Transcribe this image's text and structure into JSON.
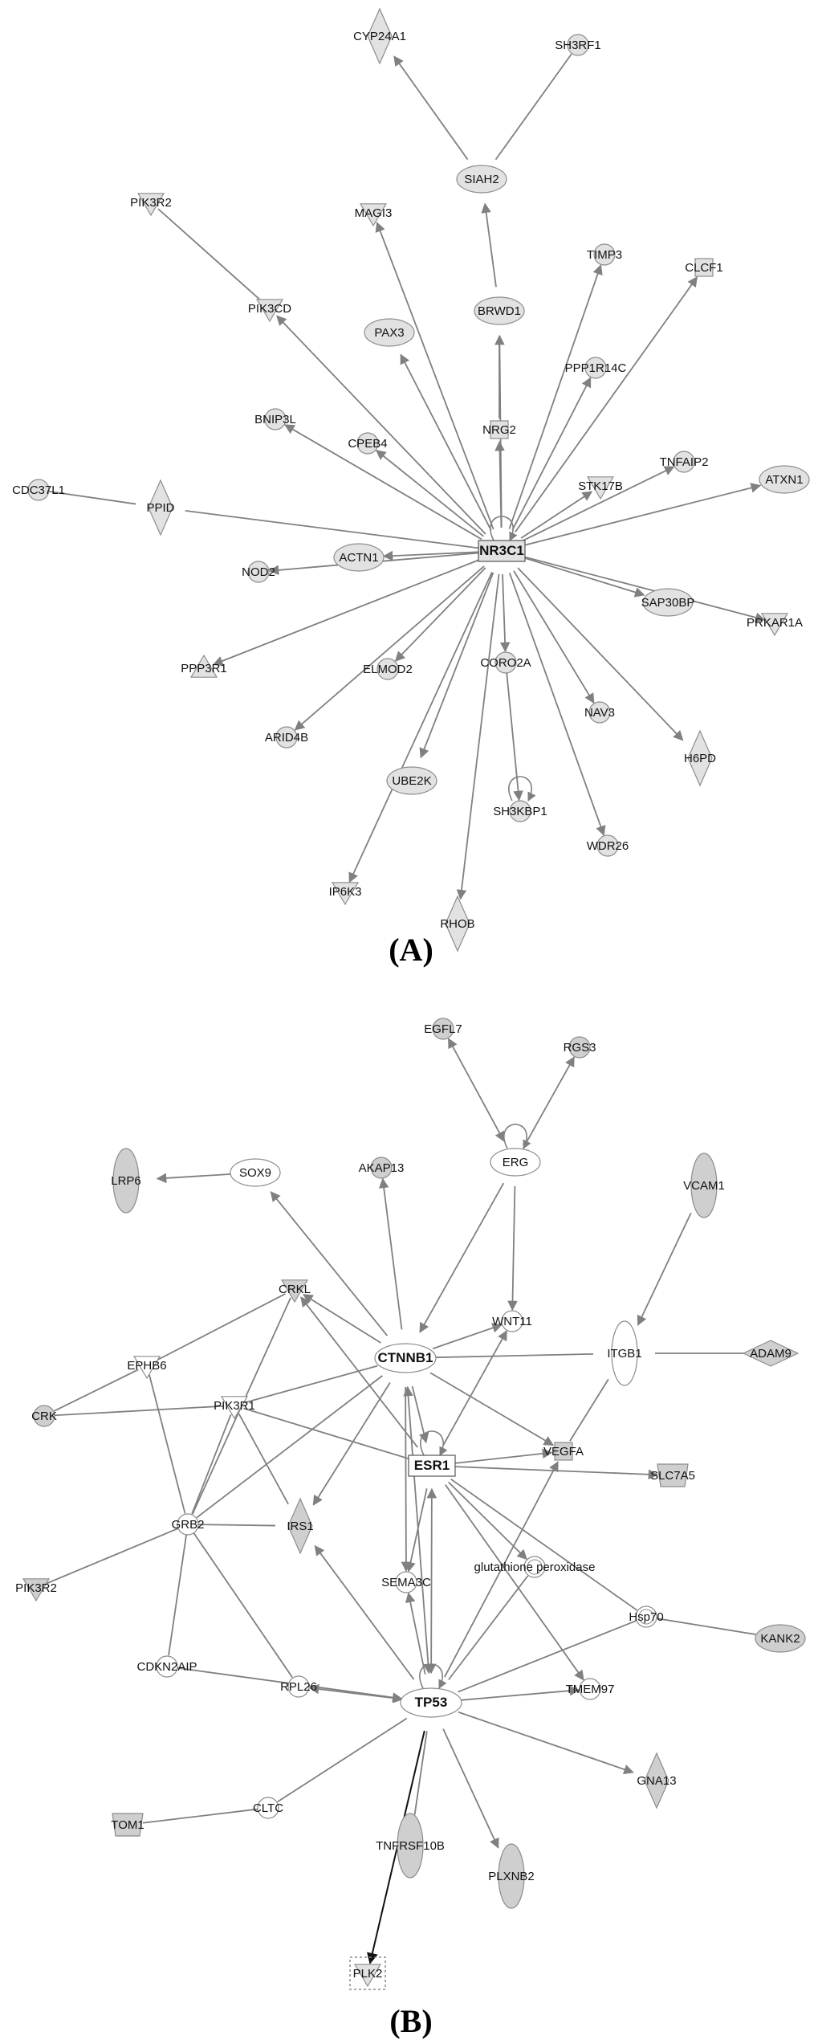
{
  "colors": {
    "edge": "#808080",
    "edge_dark": "#111111",
    "node_fill": "#e2e2e2",
    "node_fill_dark": "#cfcfcf",
    "node_fill_white": "#ffffff",
    "node_stroke": "#8c8c8c"
  },
  "panels": [
    {
      "label": "(A)",
      "nodes": [
        {
          "id": "NR3C1",
          "label": "NR3C1",
          "shape": "rect",
          "hub": true
        },
        {
          "id": "CYP24A1",
          "label": "CYP24A1",
          "shape": "diamond"
        },
        {
          "id": "SH3RF1",
          "label": "SH3RF1",
          "shape": "circle"
        },
        {
          "id": "SIAH2",
          "label": "SIAH2",
          "shape": "ellipse"
        },
        {
          "id": "PIK3R2a",
          "label": "PIK3R2",
          "shape": "triangle-down"
        },
        {
          "id": "MAGI3",
          "label": "MAGI3",
          "shape": "triangle-down"
        },
        {
          "id": "TIMP3",
          "label": "TIMP3",
          "shape": "circle"
        },
        {
          "id": "PIK3CD",
          "label": "PIK3CD",
          "shape": "triangle-down"
        },
        {
          "id": "PAX3",
          "label": "PAX3",
          "shape": "ellipse"
        },
        {
          "id": "BRWD1",
          "label": "BRWD1",
          "shape": "ellipse"
        },
        {
          "id": "CLCF1",
          "label": "CLCF1",
          "shape": "square"
        },
        {
          "id": "PPP1R14C",
          "label": "PPP1R14C",
          "shape": "circle"
        },
        {
          "id": "BNIP3L",
          "label": "BNIP3L",
          "shape": "circle"
        },
        {
          "id": "CPEB4",
          "label": "CPEB4",
          "shape": "circle"
        },
        {
          "id": "NRG2",
          "label": "NRG2",
          "shape": "square"
        },
        {
          "id": "TNFAIP2",
          "label": "TNFAIP2",
          "shape": "circle"
        },
        {
          "id": "ATXN1",
          "label": "ATXN1",
          "shape": "ellipse"
        },
        {
          "id": "CDC37L1",
          "label": "CDC37L1",
          "shape": "circle"
        },
        {
          "id": "PPID",
          "label": "PPID",
          "shape": "diamond"
        },
        {
          "id": "STK17B",
          "label": "STK17B",
          "shape": "triangle-down"
        },
        {
          "id": "NOD2",
          "label": "NOD2",
          "shape": "circle"
        },
        {
          "id": "ACTN1",
          "label": "ACTN1",
          "shape": "ellipse"
        },
        {
          "id": "SAP30BP",
          "label": "SAP30BP",
          "shape": "ellipse"
        },
        {
          "id": "PRKAR1A",
          "label": "PRKAR1A",
          "shape": "triangle-down"
        },
        {
          "id": "PPP3R1",
          "label": "PPP3R1",
          "shape": "triangle-up"
        },
        {
          "id": "ELMOD2",
          "label": "ELMOD2",
          "shape": "circle"
        },
        {
          "id": "CORO2A",
          "label": "CORO2A",
          "shape": "circle"
        },
        {
          "id": "NAV3",
          "label": "NAV3",
          "shape": "circle"
        },
        {
          "id": "H6PD",
          "label": "H6PD",
          "shape": "diamond"
        },
        {
          "id": "ARID4B",
          "label": "ARID4B",
          "shape": "circle"
        },
        {
          "id": "UBE2K",
          "label": "UBE2K",
          "shape": "ellipse"
        },
        {
          "id": "SH3KBP1",
          "label": "SH3KBP1",
          "shape": "circle"
        },
        {
          "id": "WDR26",
          "label": "WDR26",
          "shape": "circle"
        },
        {
          "id": "IP6K3",
          "label": "IP6K3",
          "shape": "triangle-down"
        },
        {
          "id": "RHOB",
          "label": "RHOB",
          "shape": "diamond"
        }
      ],
      "edges": [
        {
          "from": "NR3C1",
          "to": "PIK3CD",
          "arrow": true
        },
        {
          "from": "PIK3R2a",
          "to": "PIK3CD",
          "arrow": false
        },
        {
          "from": "NR3C1",
          "to": "MAGI3",
          "arrow": true
        },
        {
          "from": "NR3C1",
          "to": "PAX3",
          "arrow": true
        },
        {
          "from": "NR3C1",
          "to": "BRWD1",
          "arrow": true
        },
        {
          "from": "NRG2",
          "to": "BRWD1",
          "arrow": false
        },
        {
          "from": "BRWD1",
          "to": "SIAH2",
          "arrow": true
        },
        {
          "from": "SIAH2",
          "to": "CYP24A1",
          "arrow": true
        },
        {
          "from": "SIAH2",
          "to": "SH3RF1",
          "arrow": false
        },
        {
          "from": "NR3C1",
          "to": "TIMP3",
          "arrow": true
        },
        {
          "from": "NR3C1",
          "to": "PPP1R14C",
          "arrow": true
        },
        {
          "from": "NR3C1",
          "to": "CLCF1",
          "arrow": true
        },
        {
          "from": "NR3C1",
          "to": "NRG2",
          "arrow": true
        },
        {
          "from": "NR3C1",
          "to": "BNIP3L",
          "arrow": true
        },
        {
          "from": "NR3C1",
          "to": "CPEB4",
          "arrow": true
        },
        {
          "from": "NR3C1",
          "to": "TNFAIP2",
          "arrow": true
        },
        {
          "from": "NR3C1",
          "to": "ATXN1",
          "arrow": true
        },
        {
          "from": "NR3C1",
          "to": "STK17B",
          "arrow": true
        },
        {
          "from": "NR3C1",
          "to": "PPID",
          "arrow": false
        },
        {
          "from": "CDC37L1",
          "to": "PPID",
          "arrow": false
        },
        {
          "from": "NR3C1",
          "to": "ACTN1",
          "arrow": true
        },
        {
          "from": "NR3C1",
          "to": "NOD2",
          "arrow": true
        },
        {
          "from": "NR3C1",
          "to": "SAP30BP",
          "arrow": true
        },
        {
          "from": "NR3C1",
          "to": "PRKAR1A",
          "arrow": true
        },
        {
          "from": "NR3C1",
          "to": "PPP3R1",
          "arrow": true
        },
        {
          "from": "NR3C1",
          "to": "ELMOD2",
          "arrow": true
        },
        {
          "from": "NR3C1",
          "to": "CORO2A",
          "arrow": true
        },
        {
          "from": "CORO2A",
          "to": "SH3KBP1",
          "arrow": true
        },
        {
          "from": "NR3C1",
          "to": "NAV3",
          "arrow": true
        },
        {
          "from": "NR3C1",
          "to": "H6PD",
          "arrow": true
        },
        {
          "from": "NR3C1",
          "to": "ARID4B",
          "arrow": true
        },
        {
          "from": "NR3C1",
          "to": "UBE2K",
          "arrow": true
        },
        {
          "from": "NR3C1",
          "to": "WDR26",
          "arrow": true
        },
        {
          "from": "NR3C1",
          "to": "IP6K3",
          "arrow": true
        },
        {
          "from": "NR3C1",
          "to": "RHOB",
          "arrow": true
        }
      ],
      "self_loops": [
        "NR3C1",
        "SH3KBP1"
      ]
    },
    {
      "label": "(B)",
      "nodes": [
        {
          "id": "ESR1",
          "label": "ESR1",
          "shape": "rect-white",
          "hub": true
        },
        {
          "id": "TP53",
          "label": "TP53",
          "shape": "ellipse-white",
          "hub": true
        },
        {
          "id": "CTNNB1",
          "label": "CTNNB1",
          "shape": "ellipse-white",
          "hub": true
        },
        {
          "id": "EGFL7",
          "label": "EGFL7",
          "shape": "circle-dark"
        },
        {
          "id": "RGS3",
          "label": "RGS3",
          "shape": "circle-dark"
        },
        {
          "id": "LRP6",
          "label": "LRP6",
          "shape": "ellipse-v-dark"
        },
        {
          "id": "SOX9",
          "label": "SOX9",
          "shape": "ellipse-white"
        },
        {
          "id": "AKAP13",
          "label": "AKAP13",
          "shape": "circle-dark"
        },
        {
          "id": "ERG",
          "label": "ERG",
          "shape": "ellipse-white"
        },
        {
          "id": "VCAM1",
          "label": "VCAM1",
          "shape": "ellipse-v-dark"
        },
        {
          "id": "CRKL",
          "label": "CRKL",
          "shape": "triangle-down-dark"
        },
        {
          "id": "WNT11",
          "label": "WNT11",
          "shape": "circle-white"
        },
        {
          "id": "EPHB6",
          "label": "EPHB6",
          "shape": "triangle-down-white"
        },
        {
          "id": "ITGB1",
          "label": "ITGB1",
          "shape": "ellipse-v-white"
        },
        {
          "id": "ADAM9",
          "label": "ADAM9",
          "shape": "diamond-h-dark"
        },
        {
          "id": "CRK",
          "label": "CRK",
          "shape": "circle-dark"
        },
        {
          "id": "PIK3R1",
          "label": "PIK3R1",
          "shape": "triangle-down-white"
        },
        {
          "id": "VEGFA",
          "label": "VEGFA",
          "shape": "square-dark"
        },
        {
          "id": "SLC7A5",
          "label": "SLC7A5",
          "shape": "trapezoid-dark"
        },
        {
          "id": "GRB2",
          "label": "GRB2",
          "shape": "circle-white"
        },
        {
          "id": "IRS1",
          "label": "IRS1",
          "shape": "diamond-dark"
        },
        {
          "id": "GPX",
          "label": "glutathione peroxidase",
          "shape": "circle-double"
        },
        {
          "id": "PIK3R2b",
          "label": "PIK3R2",
          "shape": "triangle-down-dark"
        },
        {
          "id": "SEMA3C",
          "label": "SEMA3C",
          "shape": "circle-white"
        },
        {
          "id": "Hsp70",
          "label": "Hsp70",
          "shape": "circle-double"
        },
        {
          "id": "KANK2",
          "label": "KANK2",
          "shape": "ellipse-dark"
        },
        {
          "id": "CDKN2AIP",
          "label": "CDKN2AIP",
          "shape": "circle-white"
        },
        {
          "id": "RPL26",
          "label": "RPL26",
          "shape": "circle-white"
        },
        {
          "id": "TMEM97",
          "label": "TMEM97",
          "shape": "circle-white"
        },
        {
          "id": "GNA13",
          "label": "GNA13",
          "shape": "diamond-dark"
        },
        {
          "id": "CLTC",
          "label": "CLTC",
          "shape": "circle-white"
        },
        {
          "id": "TOM1",
          "label": "TOM1",
          "shape": "trapezoid-dark"
        },
        {
          "id": "TNFRSF10B",
          "label": "TNFRSF10B",
          "shape": "ellipse-v-dark"
        },
        {
          "id": "PLXNB2",
          "label": "PLXNB2",
          "shape": "ellipse-v-dark"
        },
        {
          "id": "PLK2",
          "label": "PLK2",
          "shape": "triangle-down-selected"
        }
      ],
      "edges": [
        {
          "from": "ERG",
          "to": "EGFL7",
          "arrow": true,
          "both": true
        },
        {
          "from": "ERG",
          "to": "RGS3",
          "arrow": true
        },
        {
          "from": "ERG",
          "to": "WNT11",
          "arrow": true
        },
        {
          "from": "ERG",
          "to": "CTNNB1",
          "arrow": true
        },
        {
          "from": "SOX9",
          "to": "LRP6",
          "arrow": true
        },
        {
          "from": "CTNNB1",
          "to": "SOX9",
          "arrow": true
        },
        {
          "from": "CTNNB1",
          "to": "AKAP13",
          "arrow": true
        },
        {
          "from": "CTNNB1",
          "to": "WNT11",
          "arrow": true
        },
        {
          "from": "CTNNB1",
          "to": "CRKL",
          "arrow": true
        },
        {
          "from": "CTNNB1",
          "to": "ITGB1",
          "arrow": false
        },
        {
          "from": "CTNNB1",
          "to": "PIK3R1",
          "arrow": false
        },
        {
          "from": "CTNNB1",
          "to": "VEGFA",
          "arrow": true
        },
        {
          "from": "CTNNB1",
          "to": "IRS1",
          "arrow": true
        },
        {
          "from": "CTNNB1",
          "to": "GRB2",
          "arrow": false
        },
        {
          "from": "CTNNB1",
          "to": "SEMA3C",
          "arrow": true
        },
        {
          "from": "CTNNB1",
          "to": "TP53",
          "arrow": true,
          "both": true
        },
        {
          "from": "CTNNB1",
          "to": "ESR1",
          "arrow": true
        },
        {
          "from": "VCAM1",
          "to": "ITGB1",
          "arrow": true
        },
        {
          "from": "ITGB1",
          "to": "ADAM9",
          "arrow": false
        },
        {
          "from": "ITGB1",
          "to": "VEGFA",
          "arrow": false
        },
        {
          "from": "EPHB6",
          "to": "CRKL",
          "arrow": false
        },
        {
          "from": "EPHB6",
          "to": "CRK",
          "arrow": false
        },
        {
          "from": "EPHB6",
          "to": "GRB2",
          "arrow": false
        },
        {
          "from": "CRKL",
          "to": "GRB2",
          "arrow": false
        },
        {
          "from": "CRK",
          "to": "PIK3R1",
          "arrow": false
        },
        {
          "from": "PIK3R1",
          "to": "ESR1",
          "arrow": false
        },
        {
          "from": "PIK3R1",
          "to": "IRS1",
          "arrow": false
        },
        {
          "from": "PIK3R1",
          "to": "GRB2",
          "arrow": false
        },
        {
          "from": "ESR1",
          "to": "CRKL",
          "arrow": true
        },
        {
          "from": "ESR1",
          "to": "WNT11",
          "arrow": true
        },
        {
          "from": "ESR1",
          "to": "VEGFA",
          "arrow": true
        },
        {
          "from": "ESR1",
          "to": "SLC7A5",
          "arrow": true
        },
        {
          "from": "ESR1",
          "to": "GPX",
          "arrow": true
        },
        {
          "from": "ESR1",
          "to": "Hsp70",
          "arrow": false
        },
        {
          "from": "ESR1",
          "to": "SEMA3C",
          "arrow": true
        },
        {
          "from": "ESR1",
          "to": "TMEM97",
          "arrow": true
        },
        {
          "from": "ESR1",
          "to": "TP53",
          "arrow": true,
          "both": true
        },
        {
          "from": "GRB2",
          "to": "IRS1",
          "arrow": false
        },
        {
          "from": "GRB2",
          "to": "PIK3R2b",
          "arrow": false
        },
        {
          "from": "GRB2",
          "to": "CDKN2AIP",
          "arrow": false
        },
        {
          "from": "GRB2",
          "to": "RPL26",
          "arrow": false
        },
        {
          "from": "TP53",
          "to": "IRS1",
          "arrow": true
        },
        {
          "from": "TP53",
          "to": "VEGFA",
          "arrow": true
        },
        {
          "from": "TP53",
          "to": "GPX",
          "arrow": false
        },
        {
          "from": "TP53",
          "to": "Hsp70",
          "arrow": false
        },
        {
          "from": "TP53",
          "to": "TMEM97",
          "arrow": true
        },
        {
          "from": "TP53",
          "to": "SEMA3C",
          "arrow": true
        },
        {
          "from": "TP53",
          "to": "RPL26",
          "arrow": true,
          "both": true
        },
        {
          "from": "CDKN2AIP",
          "to": "TP53",
          "arrow": true
        },
        {
          "from": "TP53",
          "to": "GNA13",
          "arrow": true
        },
        {
          "from": "TP53",
          "to": "CLTC",
          "arrow": false
        },
        {
          "from": "TP53",
          "to": "TNFRSF10B",
          "arrow": false
        },
        {
          "from": "TP53",
          "to": "PLXNB2",
          "arrow": true
        },
        {
          "from": "TP53",
          "to": "PLK2",
          "arrow": true,
          "dark": true
        },
        {
          "from": "Hsp70",
          "to": "KANK2",
          "arrow": false
        },
        {
          "from": "CLTC",
          "to": "TOM1",
          "arrow": false
        }
      ],
      "self_loops": [
        "ERG",
        "ESR1",
        "TP53"
      ]
    }
  ]
}
